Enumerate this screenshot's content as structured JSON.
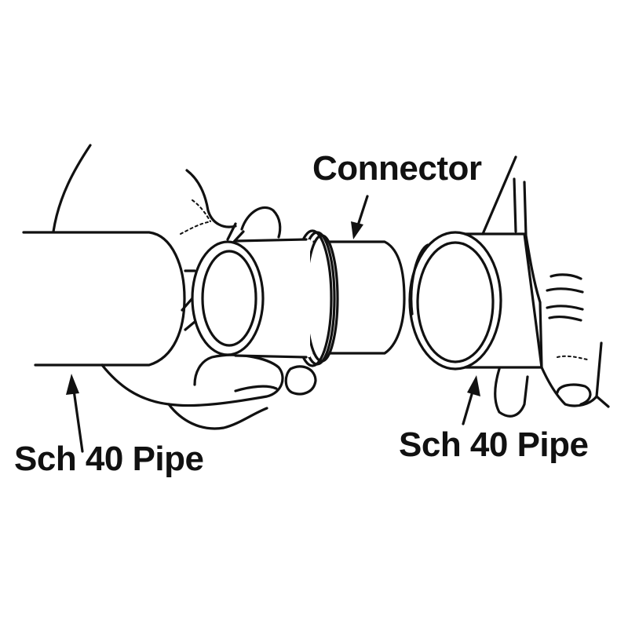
{
  "diagram": {
    "title": "",
    "labels": {
      "connector": "Connector",
      "left_pipe": "Sch 40 Pipe",
      "right_pipe": "Sch 40 Pipe"
    },
    "parts": [
      {
        "id": "left-pipe",
        "name": "Sch 40 Pipe",
        "position": "left",
        "held_by": "left hand"
      },
      {
        "id": "connector",
        "name": "Connector",
        "position": "center",
        "fitted_on": "left-pipe"
      },
      {
        "id": "right-pipe",
        "name": "Sch 40 Pipe",
        "position": "right",
        "held_by": "right hand"
      }
    ],
    "colors": {
      "line": "#111111",
      "background": "#ffffff"
    }
  }
}
